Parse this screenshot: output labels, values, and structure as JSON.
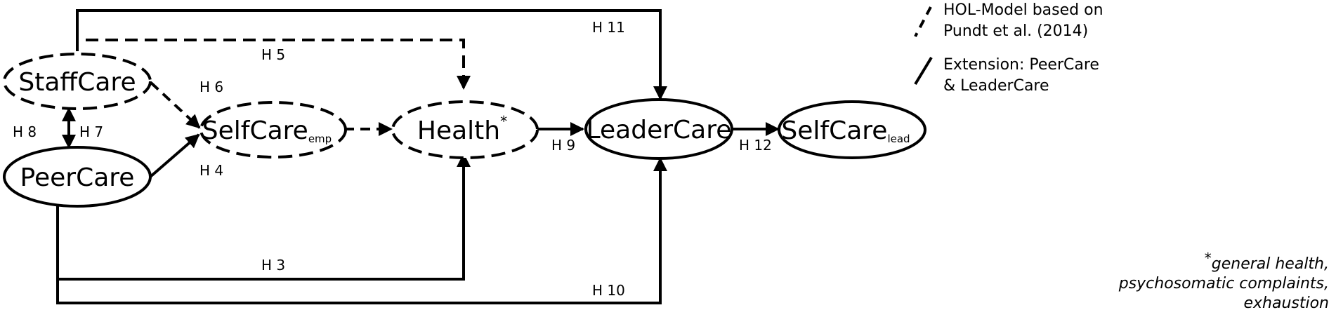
{
  "nodes": {
    "staffcare": {
      "label": "StaffCare"
    },
    "peercare": {
      "label": "PeerCare"
    },
    "selfcare_emp": {
      "label": "SelfCare",
      "sub": "emp"
    },
    "health": {
      "label": "Health",
      "sup": "*"
    },
    "leadercare": {
      "label": "LeaderCare"
    },
    "selfcare_lead": {
      "label": "SelfCare",
      "sub": "lead"
    }
  },
  "hypotheses": {
    "h3": "H 3",
    "h4": "H 4",
    "h5": "H 5",
    "h6": "H 6",
    "h7": "H 7",
    "h8": "H 8",
    "h9": "H 9",
    "h10": "H 10",
    "h11": "H 11",
    "h12": "H 12"
  },
  "legend": {
    "dashed_line1": "HOL-Model based on",
    "dashed_line2": "Pundt et al. (2014)",
    "solid_line1": "Extension: PeerCare",
    "solid_line2": "& LeaderCare"
  },
  "footnote": {
    "star": "*",
    "line1": "general health,",
    "line2": "psychosomatic complaints,",
    "line3": "exhaustion"
  }
}
